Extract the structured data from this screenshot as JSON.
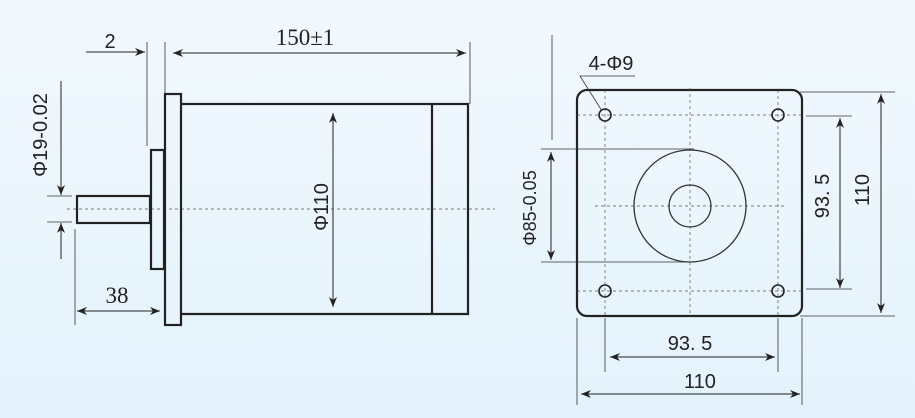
{
  "side_view": {
    "flange_offset": "2",
    "length": "150±1",
    "body_diameter": "Φ110",
    "shaft_diameter": "Φ19-0.02",
    "shaft_length": "38"
  },
  "front_view": {
    "holes": "4-Φ9",
    "pilot_diameter": "Φ85-0.05",
    "hole_spacing_vertical": "93. 5",
    "height": "110",
    "hole_spacing_horizontal": "93. 5",
    "width": "110"
  }
}
